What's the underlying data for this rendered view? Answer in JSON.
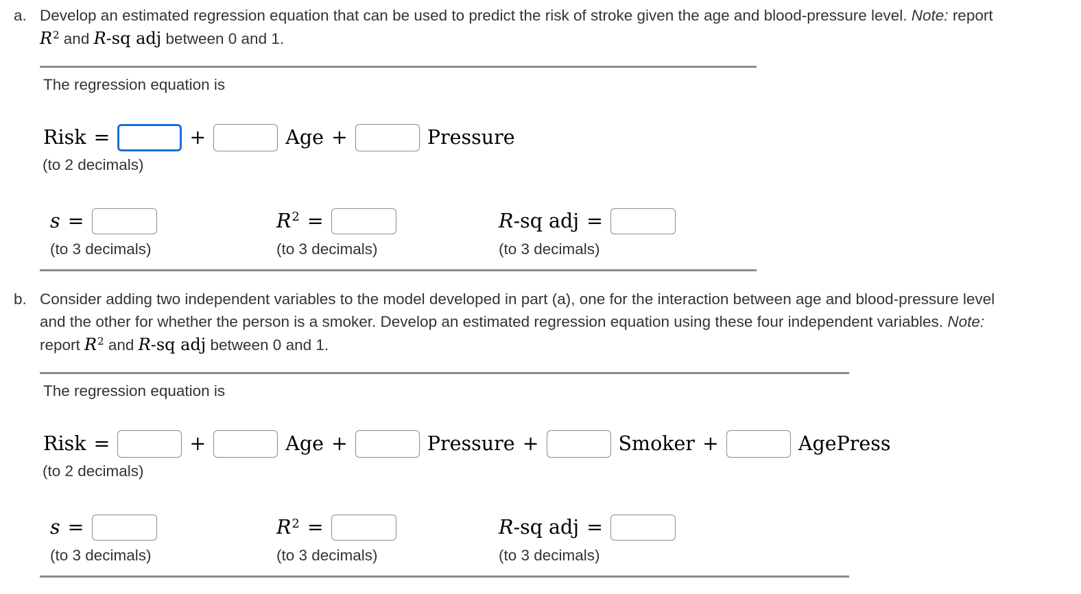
{
  "colors": {
    "focus_blue": "#1b6edb",
    "box_border": "#8c8c8c",
    "rule_gray": "#8a8a8a"
  },
  "shared": {
    "panel_title": "The regression equation is",
    "eq_lhs": "Risk",
    "equals": "=",
    "plus": "+",
    "hint_2dec": "(to 2 decimals)",
    "hint_3dec": "(to 3 decimals)",
    "s_label": "s",
    "r_label": "R",
    "r_sup": "2",
    "rsq_adj_suffix": "-sq adj"
  },
  "inputs": {
    "value": ""
  },
  "part_a": {
    "marker": "a.",
    "intro_text": "Develop an estimated regression equation that can be used to predict the risk of stroke given the age and blood-pressure level. ",
    "note_label": "Note:",
    "intro_report": " report ",
    "intro_and": " and ",
    "intro_tail": " between 0 and 1.",
    "terms": [
      "Age",
      "Pressure"
    ]
  },
  "part_b": {
    "marker": "b.",
    "intro_text": "Consider adding two independent variables to the model developed in part (a), one for the interaction between age and blood-pressure level and the other for whether the person is a smoker. Develop an estimated regression equation using these four independent variables. ",
    "note_label": "Note:",
    "intro_report": " report ",
    "intro_and": " and ",
    "intro_tail": " between 0 and 1.",
    "terms": [
      "Age",
      "Pressure",
      "Smoker",
      "AgePress"
    ]
  }
}
